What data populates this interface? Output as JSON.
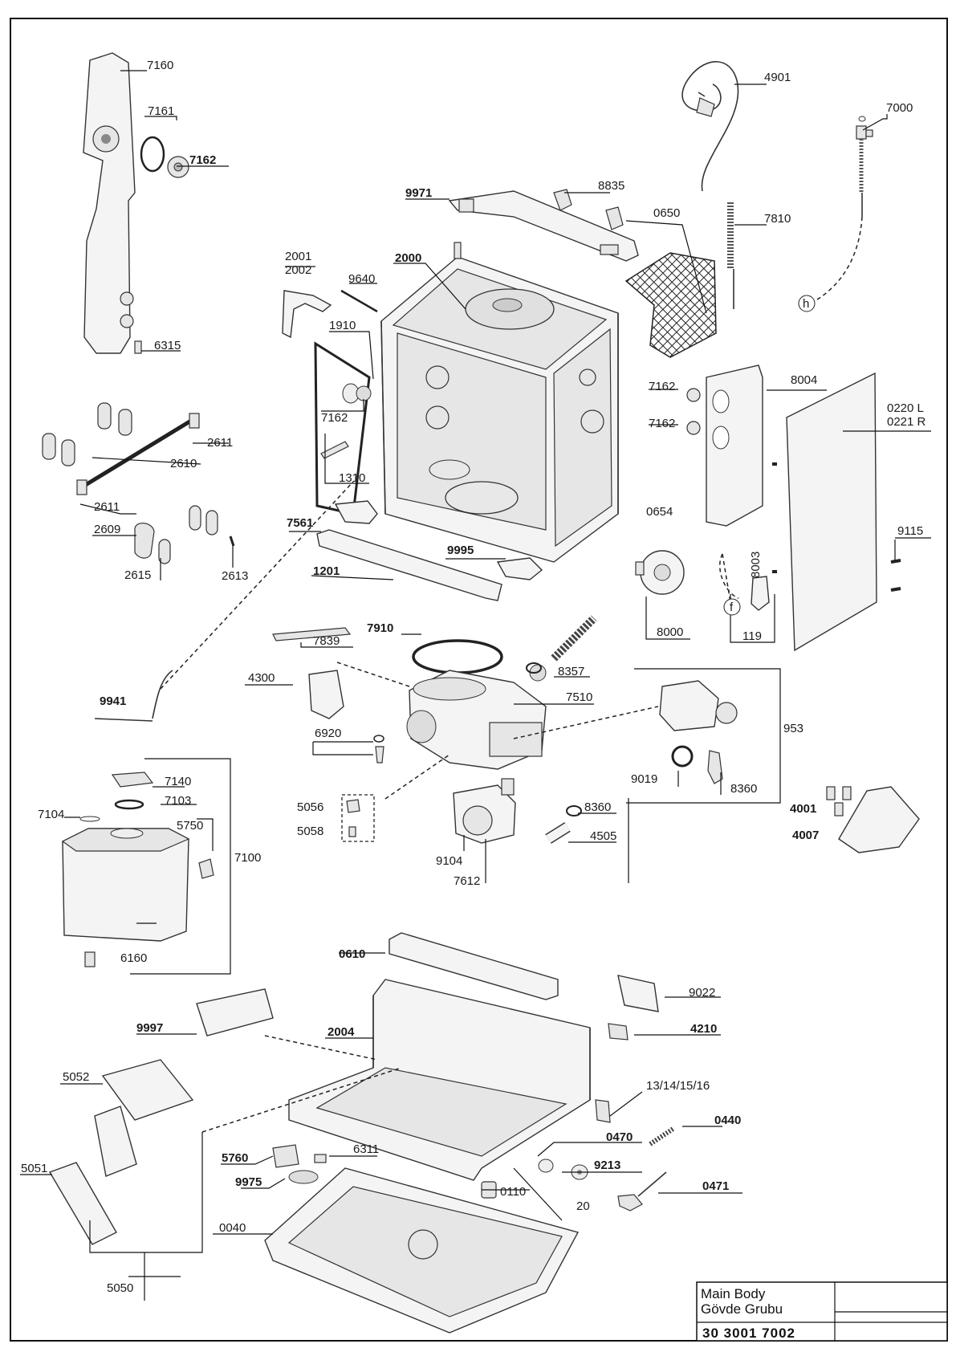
{
  "title_block": {
    "name_en": "Main Body",
    "name_tr": "Gövde Grubu",
    "code": "30 3001 7002"
  },
  "labels": {
    "p7160": "7160",
    "p7161": "7161",
    "p7162a": "7162",
    "p6315": "6315",
    "p4901": "4901",
    "p7000": "7000",
    "p9971": "9971",
    "p8835": "8835",
    "p0650": "0650",
    "p7810": "7810",
    "p2001": "2001",
    "p2002": "2002",
    "p2000": "2000",
    "p9640": "9640",
    "p1910": "1910",
    "p7162b": "7162",
    "p1310": "1310",
    "p7561": "7561",
    "p9995": "9995",
    "p1201": "1201",
    "p7162c": "7162",
    "p7162d": "7162",
    "p8004": "8004",
    "p0220": "0220 L",
    "p0221": "0221 R",
    "p0654": "0654",
    "p8003": "8003",
    "p9115": "9115",
    "p8000": "8000",
    "p119": "119",
    "p2611a": "2611",
    "p2610": "2610",
    "p2611b": "2611",
    "p2609": "2609",
    "p2615": "2615",
    "p2613": "2613",
    "p7910": "7910",
    "p7839": "7839",
    "p4300": "4300",
    "p8357": "8357",
    "p7510": "7510",
    "p953": "953",
    "p6920": "6920",
    "p9019": "9019",
    "p8360a": "8360",
    "p9941": "9941",
    "p5056": "5056",
    "p5058": "5058",
    "p8360b": "8360",
    "p4505": "4505",
    "p9104": "9104",
    "p7612": "7612",
    "p4001": "4001",
    "p4007": "4007",
    "p7140": "7140",
    "p7103": "7103",
    "p7104": "7104",
    "p5750": "5750",
    "p7100": "7100",
    "p6160": "6160",
    "p0610": "0610",
    "p9022": "9022",
    "p9997": "9997",
    "p2004": "2004",
    "p4210": "4210",
    "p5052": "5052",
    "p131416": "13/14/15/16",
    "p0440": "0440",
    "p0470": "0470",
    "p5760": "5760",
    "p6311": "6311",
    "p9213": "9213",
    "p5051": "5051",
    "p9975": "9975",
    "p0110": "0110",
    "p0471": "0471",
    "p20": "20",
    "p0040": "0040",
    "p5050": "5050"
  },
  "markers": {
    "h": "h",
    "f": "f"
  }
}
